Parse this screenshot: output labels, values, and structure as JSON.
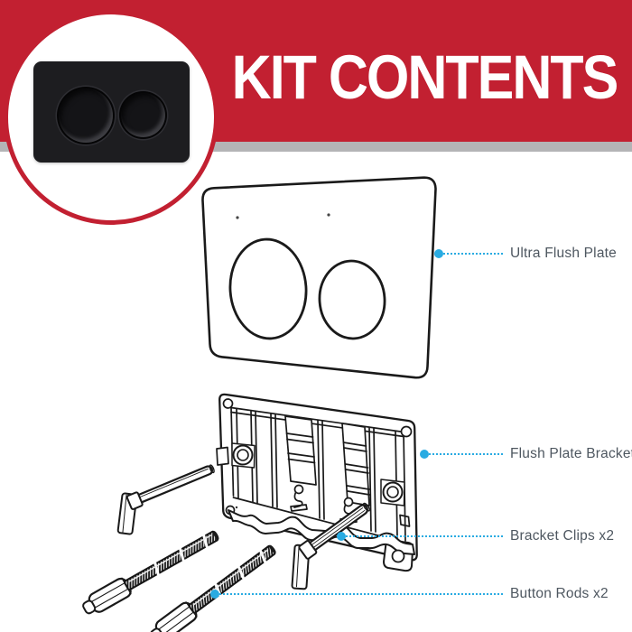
{
  "header": {
    "title": "KIT CONTENTS"
  },
  "theme": {
    "banner_red": "#c22031",
    "stripe_gray": "#b4b4b6",
    "accent_cyan": "#29abe2",
    "label_gray": "#4e5760",
    "line_art": "#1a1a1a",
    "product_black": "#1d1d20",
    "page_bg": "#ffffff"
  },
  "product_badge": {
    "icon": "black-dual-button-flush-plate-photo"
  },
  "callouts": [
    {
      "label": "Ultra Flush Plate"
    },
    {
      "label": "Flush Plate Bracket"
    },
    {
      "label": "Bracket Clips x2"
    },
    {
      "label": "Button Rods x2"
    }
  ]
}
